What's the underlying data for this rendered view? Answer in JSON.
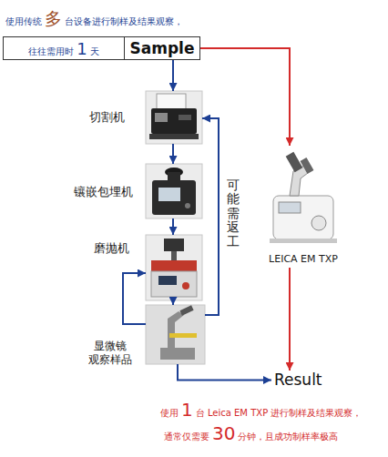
{
  "diagram": {
    "nodes": [
      {
        "text": [
          "往往需用时",
          "1",
          "天"
        ]
      },
      {
        "text": [
          "Sample"
        ]
      },
      {
        "text": [
          "切割机"
        ]
      },
      {
        "text": [
          "镶嵌包埋机"
        ]
      },
      {
        "text": [
          "磨抛机"
        ]
      },
      {
        "text": [
          "显微镜 观察样品"
        ]
      },
      {
        "text": [
          "LEICA EM TXP"
        ]
      },
      {
        "text": [
          "Result"
        ]
      }
    ],
    "edges": [
      {
        "from": 1,
        "to": 2,
        "arrow": "to"
      },
      {
        "from": 2,
        "to": 3,
        "arrow": "to"
      },
      {
        "from": 3,
        "to": 4,
        "arrow": "to"
      },
      {
        "from": 4,
        "to": 5,
        "arrow": "to"
      },
      {
        "from": 5,
        "to": 4,
        "arrow": "to"
      },
      {
        "from": 5,
        "to": 2,
        "label": "可能需返工",
        "arrow": "to"
      },
      {
        "from": 5,
        "to": 7,
        "arrow": "to"
      },
      {
        "from": 1,
        "to": 6,
        "arrow": "to"
      },
      {
        "from": 6,
        "to": 7,
        "arrow": "to"
      }
    ],
    "labels": [
      "使用传统",
      "多",
      "台设备进行制样及结果观察，",
      "使用",
      "1",
      "台 Leica EM TXP 进行制样及结果观察，",
      "通常仅需要",
      "30",
      "分钟，且成功制样率极高"
    ]
  }
}
